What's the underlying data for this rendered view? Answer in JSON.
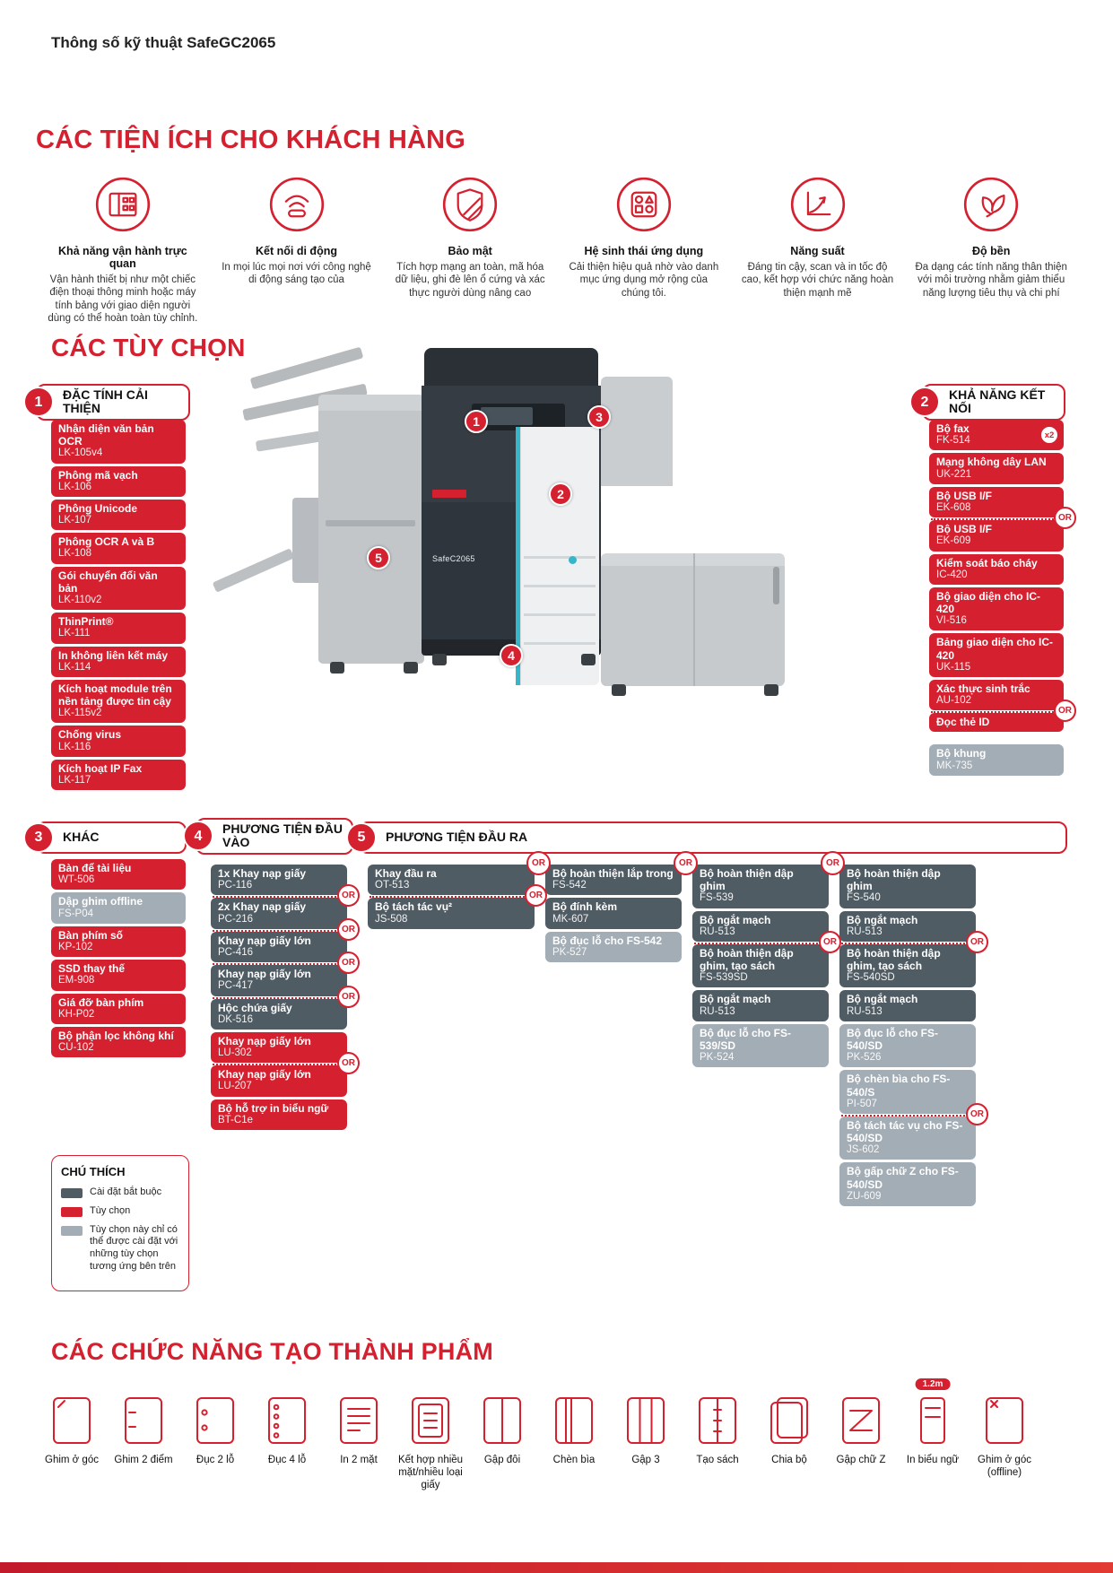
{
  "page": {
    "title": "Thông số kỹ thuật SafeGC2065"
  },
  "colors": {
    "accent_red": "#d5202f",
    "mandatory_dark": "#505c64",
    "dependent_light": "#a3adb5",
    "teal": "#35b6c9"
  },
  "benefits": {
    "heading": "CÁC TIỆN ÍCH CHO KHÁCH HÀNG",
    "items": [
      {
        "icon": "control-panel-icon",
        "title": "Khả năng vận hành trực quan",
        "desc": "Vận hành thiết bị như một chiếc điện thoại thông minh hoặc máy tính bảng với giao diện người dùng có thể hoàn toàn tùy chỉnh."
      },
      {
        "icon": "mobile-wireless-icon",
        "title": "Kết nối di động",
        "desc": "In mọi lúc mọi nơi với công nghệ di động sáng tạo của"
      },
      {
        "icon": "shield-icon",
        "title": "Bảo mật",
        "desc": "Tích hợp mạng an toàn, mã hóa dữ liệu, ghi đè lên ổ cứng và xác thực người dùng nâng cao"
      },
      {
        "icon": "apps-icon",
        "title": "Hệ sinh thái ứng dụng",
        "desc": "Cải thiện hiệu quả nhờ vào danh mục ứng dụng mở rộng của chúng tôi."
      },
      {
        "icon": "growth-chart-icon",
        "title": "Năng suất",
        "desc": "Đáng tin cậy, scan và in tốc độ cao, kết hợp với chức năng hoàn thiện mạnh mẽ"
      },
      {
        "icon": "leaf-icon",
        "title": "Độ bền",
        "desc": "Đa dạng các tính năng thân thiện với môi trường nhằm giảm thiểu năng lượng tiêu thụ và chi phí"
      }
    ]
  },
  "machine": {
    "model": "SafeC2065"
  },
  "options": {
    "heading": "CÁC TÙY CHỌN",
    "g1": {
      "num": "1",
      "title": "ĐẶC TÍNH CẢI THIỆN",
      "items": [
        {
          "name": "Nhận diện văn bản OCR",
          "code": "LK-105v4",
          "style": "red"
        },
        {
          "name": "Phông mã vạch",
          "code": "LK-106",
          "style": "red"
        },
        {
          "name": "Phông Unicode",
          "code": "LK-107",
          "style": "red"
        },
        {
          "name": "Phông OCR A và B",
          "code": "LK-108",
          "style": "red"
        },
        {
          "name": "Gói chuyển đổi văn bản",
          "code": "LK-110v2",
          "style": "red"
        },
        {
          "name": "ThinPrint®",
          "code": "LK-111",
          "style": "red"
        },
        {
          "name": "In không liên kết máy",
          "code": "LK-114",
          "style": "red"
        },
        {
          "name": "Kích hoạt module trên nền tảng được tin cậy",
          "code": "LK-115v2",
          "style": "red"
        },
        {
          "name": "Chống virus",
          "code": "LK-116",
          "style": "red"
        },
        {
          "name": "Kích hoạt IP Fax",
          "code": "LK-117",
          "style": "red"
        }
      ]
    },
    "g2": {
      "num": "2",
      "title": "KHẢ NĂNG KẾT NỐI",
      "items": [
        {
          "name": "Bộ fax",
          "code": "FK-514",
          "style": "red",
          "x2": "x2"
        },
        {
          "name": "Mạng không dây LAN",
          "code": "UK-221",
          "style": "red"
        },
        {
          "name": "Bộ USB I/F",
          "code": "EK-608",
          "style": "red",
          "or": "OR"
        },
        {
          "name": "Bộ USB I/F",
          "code": "EK-609",
          "style": "red"
        },
        {
          "name": "Kiểm soát báo cháy",
          "code": "IC-420",
          "style": "red"
        },
        {
          "name": "Bộ giao diện cho IC-420",
          "code": "VI-516",
          "style": "red"
        },
        {
          "name": "Bảng giao diện cho IC-420",
          "code": "UK-115",
          "style": "red"
        },
        {
          "name": "Xác thực sinh trắc",
          "code": "AU-102",
          "style": "red",
          "or": "OR"
        },
        {
          "name": "Đọc thẻ ID",
          "style": "red"
        },
        {
          "name": "Bộ khung",
          "code": "MK-735",
          "style": "light gap-top"
        }
      ]
    },
    "g3": {
      "num": "3",
      "title": "KHÁC",
      "items": [
        {
          "name": "Bàn để tài liệu",
          "code": "WT-506",
          "style": "red"
        },
        {
          "name": "Dập ghim offline",
          "code": "FS-P04",
          "style": "light"
        },
        {
          "name": "Bàn phím số",
          "code": "KP-102",
          "style": "red"
        },
        {
          "name": "SSD thay thế",
          "code": "EM-908",
          "style": "red"
        },
        {
          "name": "Giá đỡ bàn phím",
          "code": "KH-P02",
          "style": "red"
        },
        {
          "name": "Bộ phận lọc không khí",
          "code": "CU-102",
          "style": "red"
        }
      ]
    },
    "g4": {
      "num": "4",
      "title": "PHƯƠNG TIỆN ĐẦU VÀO",
      "items": [
        {
          "name": "1x Khay nạp giấy",
          "code": "PC-116",
          "style": "dark",
          "or": "OR"
        },
        {
          "name": "2x Khay nạp giấy",
          "code": "PC-216",
          "style": "dark",
          "or": "OR"
        },
        {
          "name": "Khay nạp giấy lớn",
          "code": "PC-416",
          "style": "dark",
          "or": "OR"
        },
        {
          "name": "Khay nạp giấy lớn",
          "code": "PC-417",
          "style": "dark",
          "or": "OR"
        },
        {
          "name": "Hộc chứa giấy",
          "code": "DK-516",
          "style": "dark"
        },
        {
          "name": "Khay nạp giấy lớn",
          "code": "LU-302",
          "style": "red",
          "or": "OR"
        },
        {
          "name": "Khay nạp giấy lớn",
          "code": "LU-207",
          "style": "red"
        },
        {
          "name": "Bộ hỗ trợ in biểu ngữ",
          "code": "BT-C1e",
          "style": "red"
        }
      ]
    },
    "g5": {
      "num": "5",
      "title": "PHƯƠNG TIỆN ĐẦU RA",
      "columns": [
        {
          "items": [
            {
              "name": "Khay đầu ra",
              "code": "OT-513",
              "style": "dark",
              "or": "OR"
            },
            {
              "name": "Bộ tách tác vụ²",
              "code": "JS-508",
              "style": "dark"
            }
          ]
        },
        {
          "or_top": "OR",
          "items": [
            {
              "name": "Bộ hoàn thiện lắp trong",
              "code": "FS-542",
              "style": "dark"
            },
            {
              "name": "Bộ đính kèm",
              "code": "MK-607",
              "style": "dark"
            },
            {
              "name": "Bộ đục lỗ cho FS-542",
              "code": "PK-527",
              "style": "light"
            }
          ]
        },
        {
          "or_top": "OR",
          "items": [
            {
              "name": "Bộ hoàn thiện dập ghim",
              "code": "FS-539",
              "style": "dark"
            },
            {
              "name": "Bộ ngắt mạch",
              "code": "RU-513",
              "style": "dark",
              "or": "OR"
            },
            {
              "name": "Bộ hoàn thiện dập ghim, tạo sách",
              "code": "FS-539SD",
              "style": "dark"
            },
            {
              "name": "Bộ ngắt mạch",
              "code": "RU-513",
              "style": "dark"
            },
            {
              "name": "Bộ đục lỗ cho FS-539/SD",
              "code": "PK-524",
              "style": "light"
            }
          ]
        },
        {
          "or_top": "OR",
          "items": [
            {
              "name": "Bộ hoàn thiện dập ghim",
              "code": "FS-540",
              "style": "dark"
            },
            {
              "name": "Bộ ngắt mạch",
              "code": "RU-513",
              "style": "dark",
              "or": "OR"
            },
            {
              "name": "Bộ hoàn thiện dập ghim, tạo sách",
              "code": "FS-540SD",
              "style": "dark"
            },
            {
              "name": "Bộ ngắt mạch",
              "code": "RU-513",
              "style": "dark"
            },
            {
              "name": "Bộ đục lỗ cho FS-540/SD",
              "code": "PK-526",
              "style": "light"
            },
            {
              "name": "Bộ chèn bìa cho FS-540/S",
              "code": "PI-507",
              "style": "light",
              "or": "OR"
            },
            {
              "name": "Bộ tách tác vụ cho FS-540/SD",
              "code": "JS-602",
              "style": "light"
            },
            {
              "name": "Bộ gấp chữ Z cho FS-540/SD",
              "code": "ZU-609",
              "style": "light"
            }
          ]
        }
      ]
    }
  },
  "legend": {
    "title": "CHÚ THÍCH",
    "items": [
      {
        "swatch": "dark",
        "label": "Cài đặt bắt buộc"
      },
      {
        "swatch": "red",
        "label": "Tùy chọn"
      },
      {
        "swatch": "light",
        "label": "Tùy chọn này chỉ có thể được cài đặt với những tùy chọn tương ứng bên trên"
      }
    ]
  },
  "finishing": {
    "heading": "CÁC CHỨC NĂNG TẠO THÀNH PHẨM",
    "items": [
      {
        "icon": "corner-staple-icon",
        "label": "Ghim ở góc"
      },
      {
        "icon": "two-point-staple-icon",
        "label": "Ghim 2 điểm"
      },
      {
        "icon": "punch-2-hole-icon",
        "label": "Đục 2 lỗ"
      },
      {
        "icon": "punch-4-hole-icon",
        "label": "Đục 4 lỗ"
      },
      {
        "icon": "duplex-print-icon",
        "label": "In 2 mặt"
      },
      {
        "icon": "mixed-media-icon",
        "label": "Kết hợp nhiều mặt/nhiều loại giấy"
      },
      {
        "icon": "half-fold-icon",
        "label": "Gập đôi"
      },
      {
        "icon": "cover-insert-icon",
        "label": "Chèn bìa"
      },
      {
        "icon": "tri-fold-icon",
        "label": "Gập 3"
      },
      {
        "icon": "booklet-icon",
        "label": "Tạo sách"
      },
      {
        "icon": "sort-icon",
        "label": "Chia bộ"
      },
      {
        "icon": "z-fold-icon",
        "label": "Gập chữ Z"
      },
      {
        "icon": "banner-print-icon",
        "label": "In biểu ngữ",
        "badge": "1.2m"
      },
      {
        "icon": "offline-staple-icon",
        "label": "Ghim ở góc (offline)"
      }
    ]
  }
}
